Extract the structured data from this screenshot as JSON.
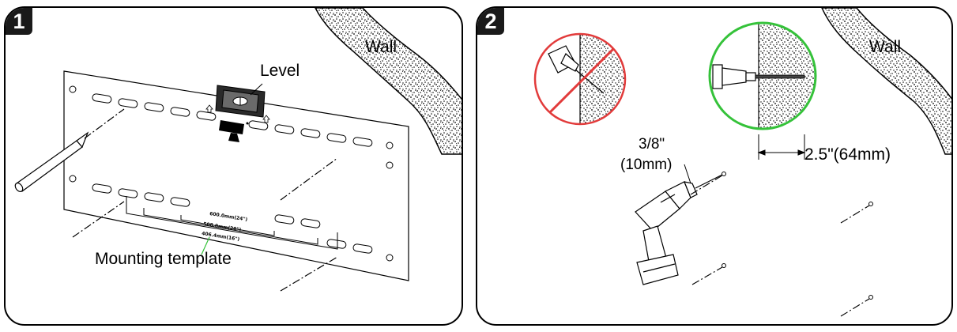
{
  "steps": [
    {
      "number": "1",
      "labels": {
        "wall": "Wall",
        "level": "Level",
        "template": "Mounting template",
        "dims": [
          "600.0mm(24\")",
          "508.0mm(20\")",
          "406.4mm(16\")"
        ]
      }
    },
    {
      "number": "2",
      "labels": {
        "wall": "Wall",
        "bit_size_in": "3/8\"",
        "bit_size_mm": "(10mm)",
        "depth": "2.5\"(64mm)"
      }
    }
  ],
  "colors": {
    "line": "#000000",
    "wrong": "#e23b3b",
    "right": "#35c23a",
    "template_leader": "#35c23a"
  },
  "icons": [
    "pencil-icon",
    "level-icon",
    "drill-icon",
    "wrong-drill-icon",
    "correct-drill-icon"
  ]
}
